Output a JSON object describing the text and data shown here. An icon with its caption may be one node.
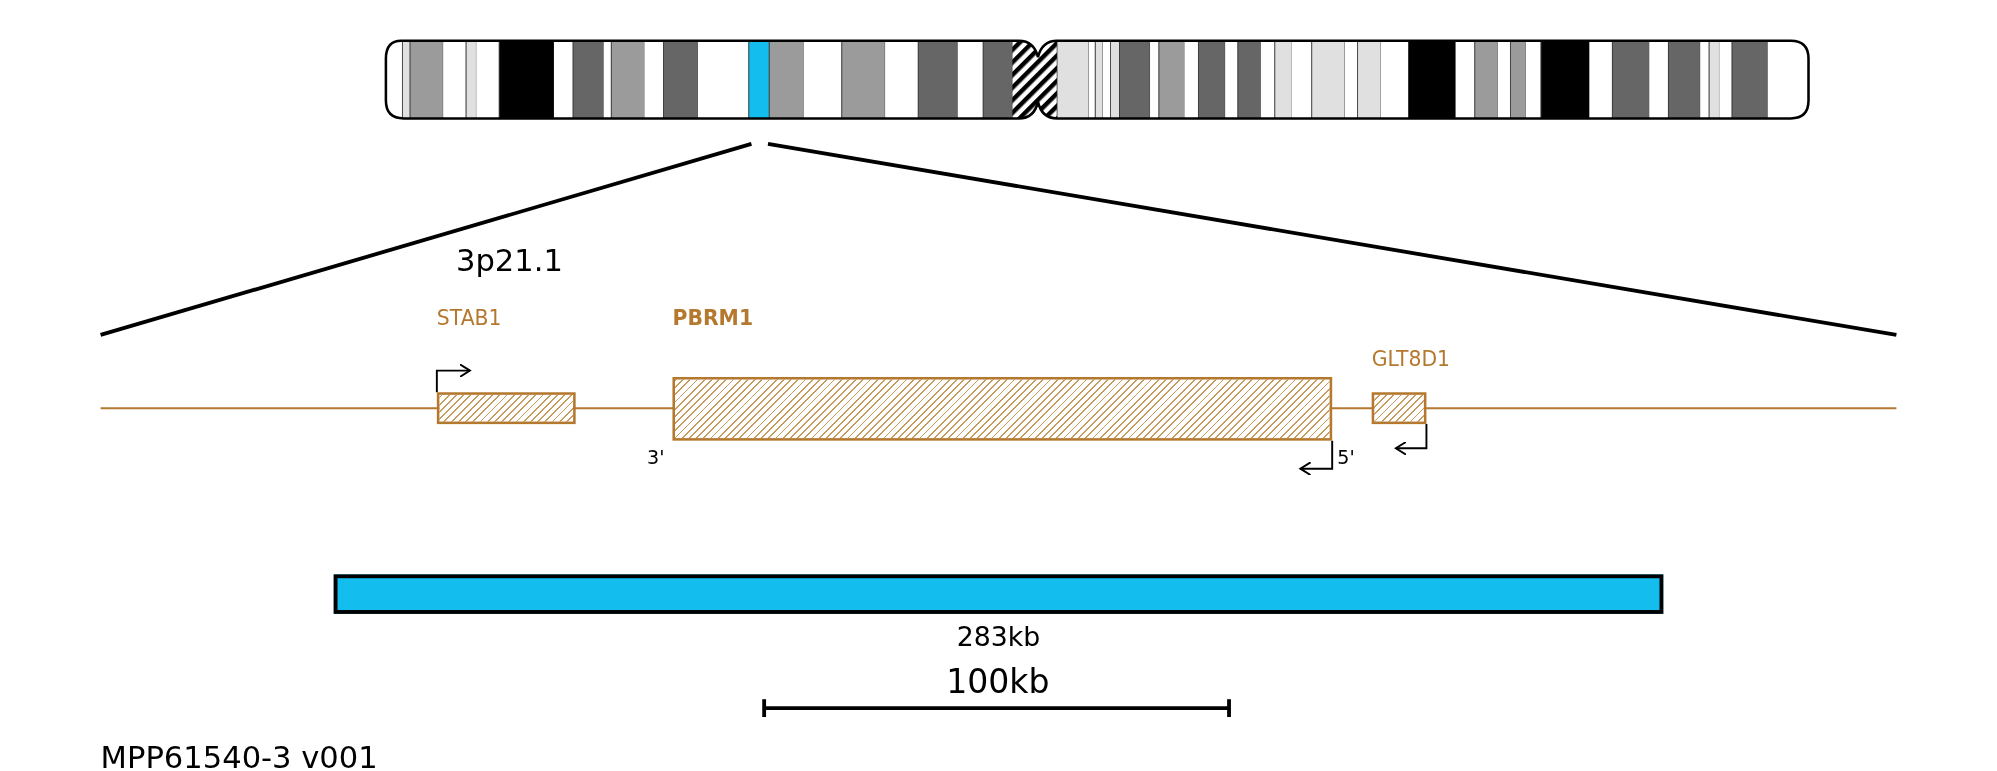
{
  "diagram": {
    "nodes": [
      {
        "text": [
          "STAB1"
        ]
      },
      {
        "text": [
          "PBRM1"
        ],
        "beside": [
          "3'",
          "5'"
        ]
      },
      {
        "text": [
          "GLT8D1"
        ]
      },
      {
        "text": [
          "283kb"
        ]
      }
    ],
    "labels": [
      "3p21.1",
      "100kb",
      "MPP61540-3 v001"
    ]
  }
}
